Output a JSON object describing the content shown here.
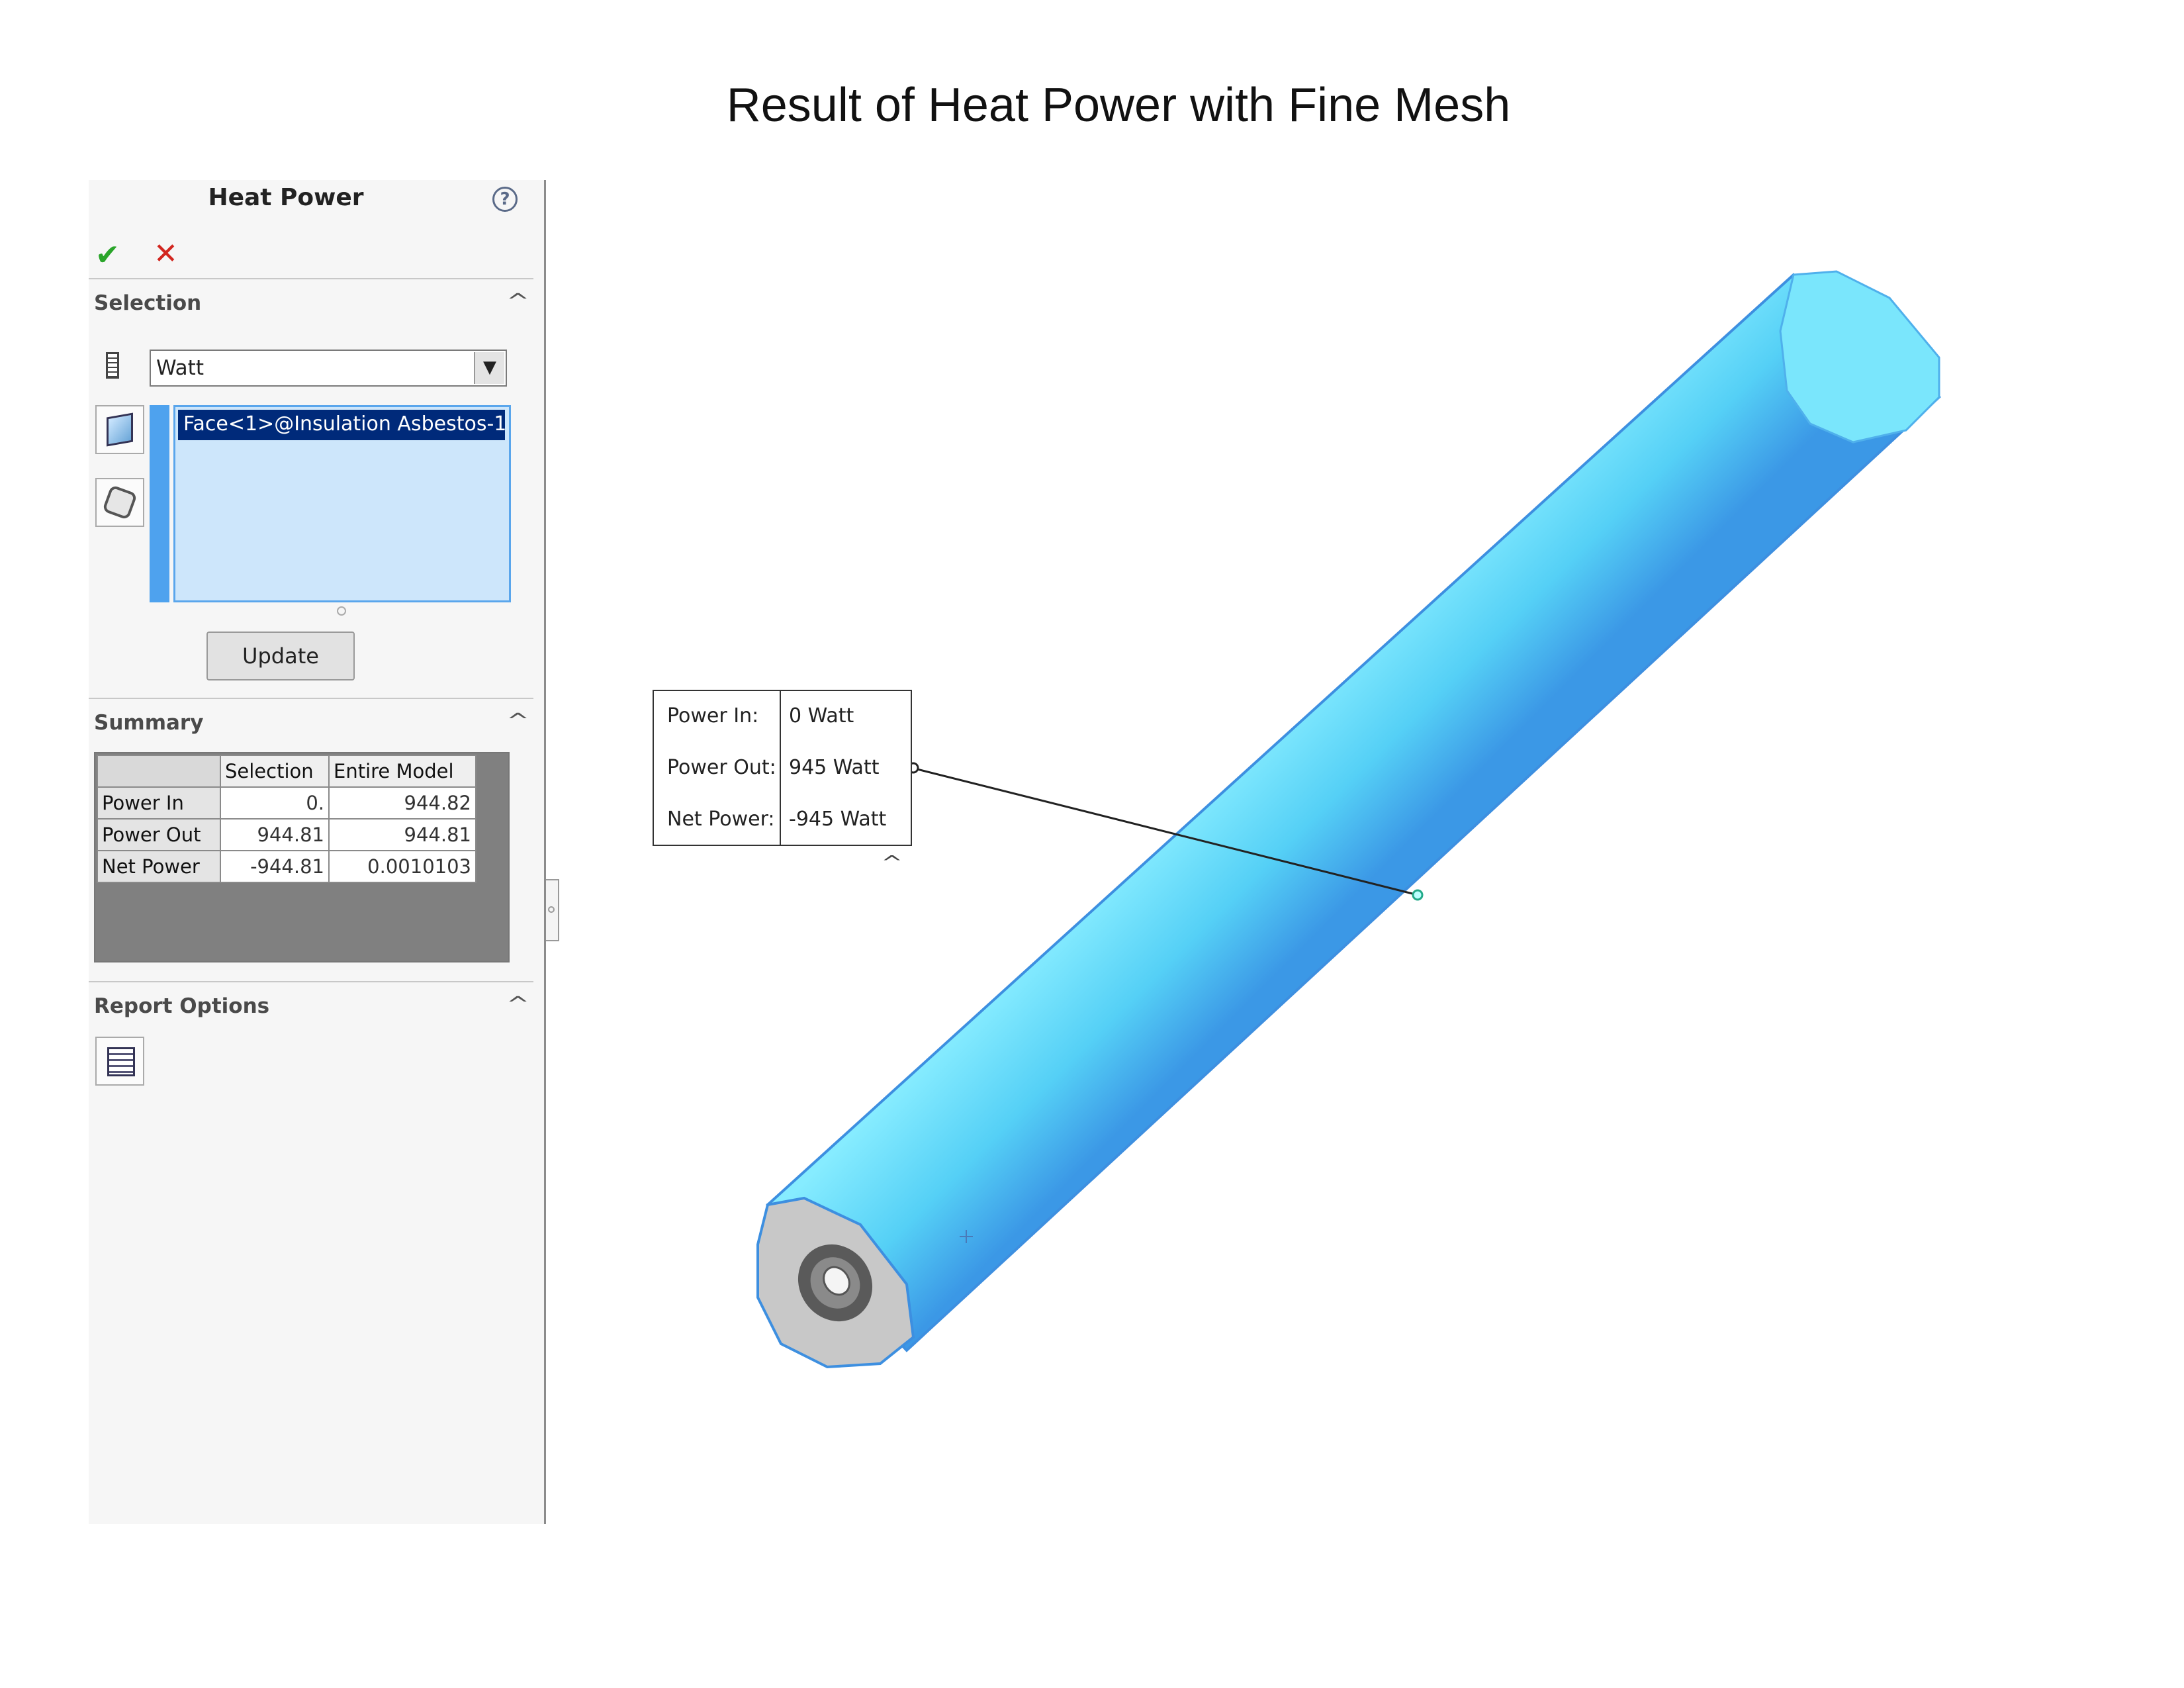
{
  "page_title": "Result of Heat Power with Fine Mesh",
  "panel": {
    "title": "Heat Power",
    "help_icon": "?",
    "ok_icon": "✔",
    "cancel_icon": "✕",
    "selection": {
      "label": "Selection",
      "units_value": "Watt",
      "dropdown_arrow": "▼",
      "selected_item": "Face<1>@Insulation Asbestos-1",
      "update_label": "Update"
    },
    "summary": {
      "label": "Summary",
      "columns": [
        "Selection",
        "Entire Model"
      ],
      "rows": [
        {
          "name": "Power In",
          "selection": "0.",
          "entire": "944.82"
        },
        {
          "name": "Power Out",
          "selection": "944.81",
          "entire": "944.81"
        },
        {
          "name": "Net Power",
          "selection": "-944.81",
          "entire": "0.0010103"
        }
      ]
    },
    "report_options": {
      "label": "Report Options"
    },
    "collapse_glyph": "^"
  },
  "callout": {
    "rows": [
      {
        "label": "Power In:",
        "value": "0 Watt"
      },
      {
        "label": "Power Out:",
        "value": "945 Watt"
      },
      {
        "label": "Net Power:",
        "value": "-945 Watt"
      }
    ]
  },
  "colors": {
    "cylinder": "#5ed8f8",
    "cylinder_edge": "#3d8fe0",
    "selection_highlight": "#002a7a"
  }
}
